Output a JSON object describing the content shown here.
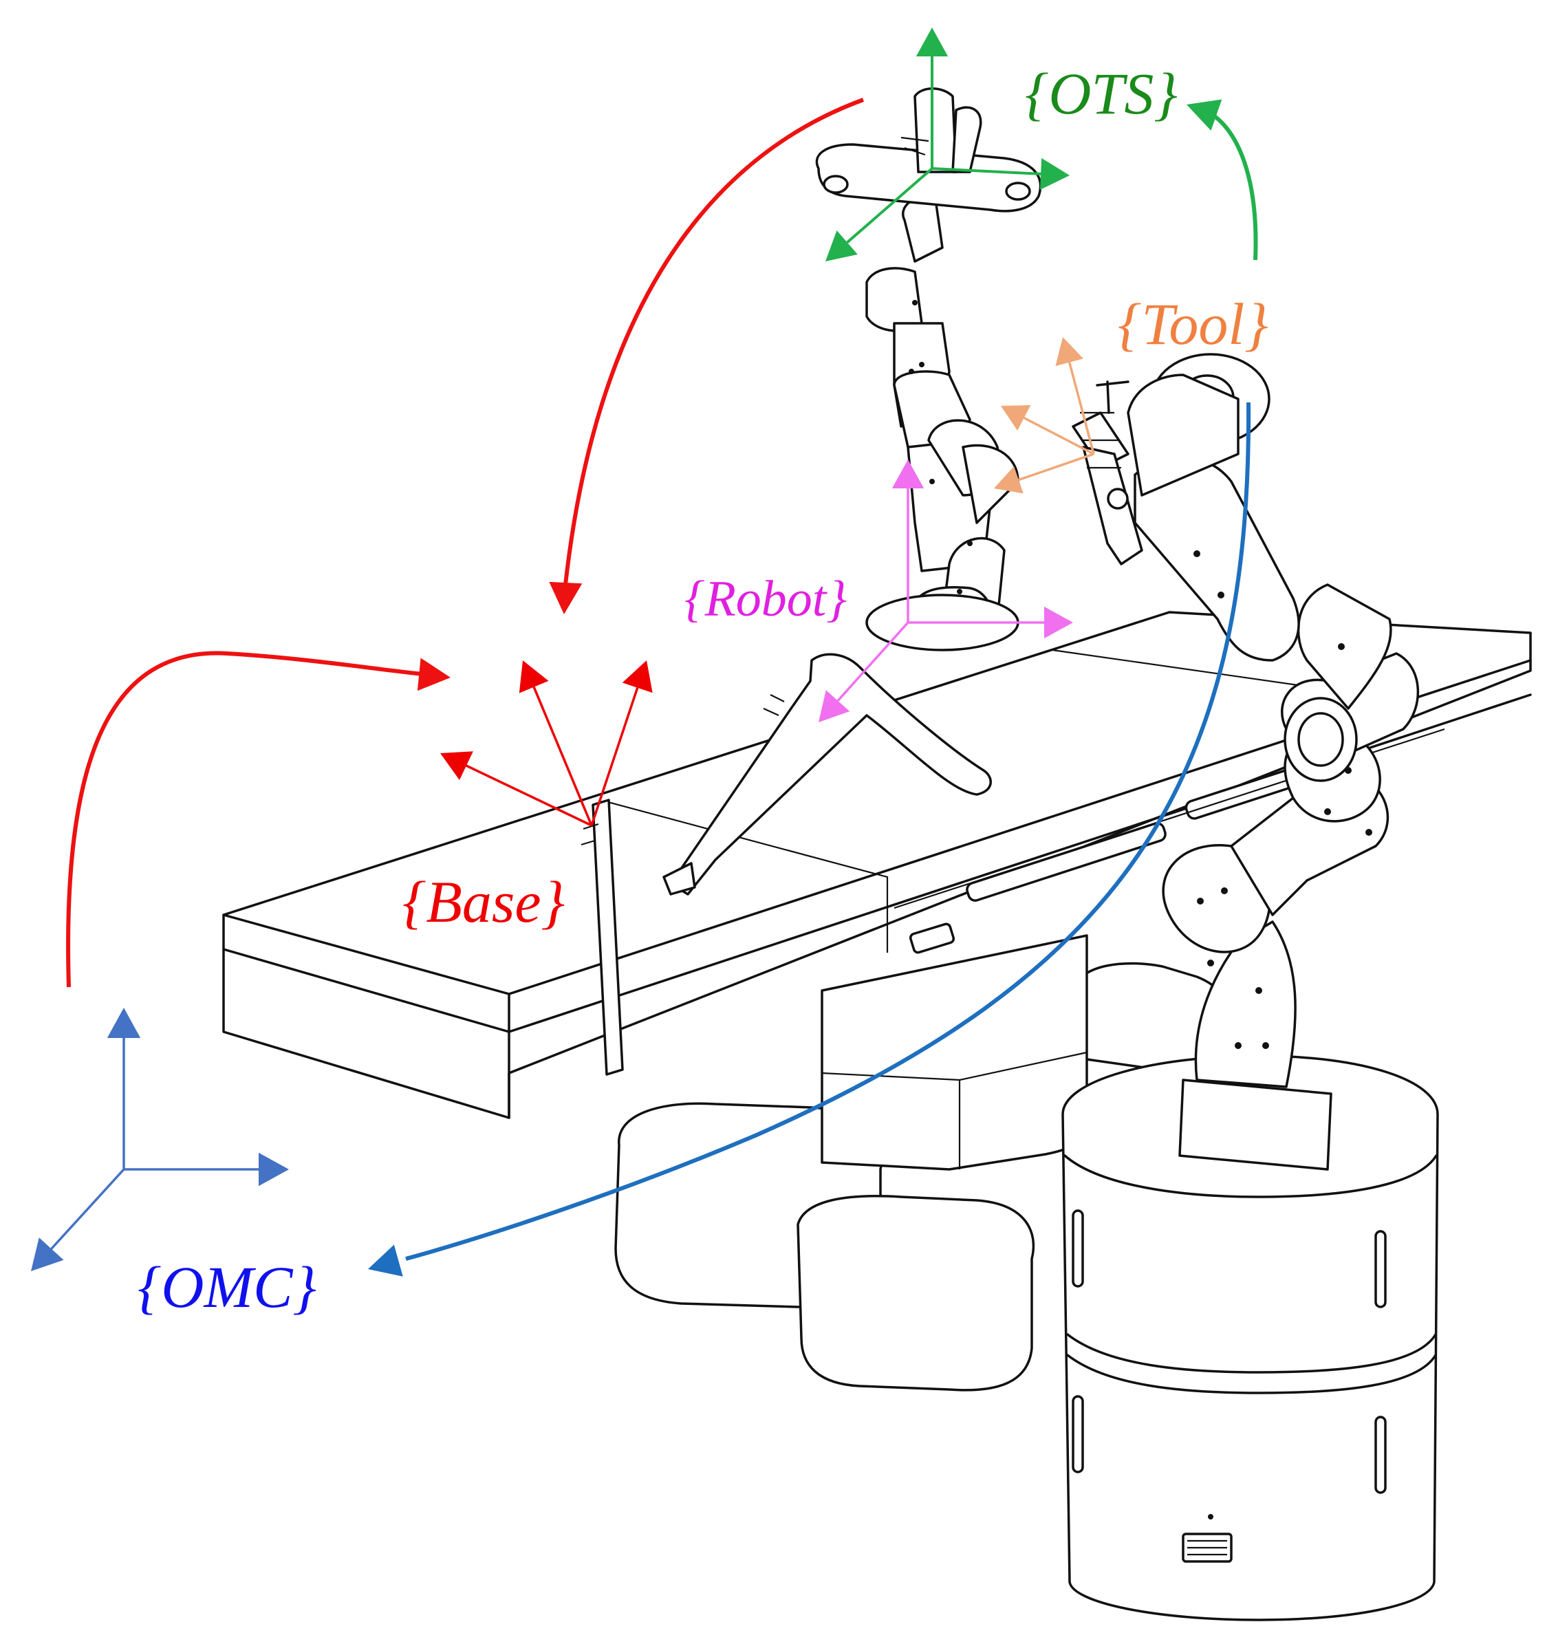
{
  "frames": {
    "ots": {
      "label": "{OTS}",
      "color": "#1a8a1a",
      "arrow_color": "#22b14c"
    },
    "tool": {
      "label": "{Tool}",
      "color": "#f08040",
      "arrow_color": "#f0a878"
    },
    "robot": {
      "label": "{Robot}",
      "color": "#e020e0",
      "arrow_color": "#f070f0"
    },
    "base": {
      "label": "{Base}",
      "color": "#ee0000",
      "arrow_color": "#ee0000"
    },
    "omc": {
      "label": "{OMC}",
      "color": "#1010ee",
      "arrow_color": "#4472c4"
    }
  },
  "transform_arrows": {
    "ots_to_base_color": "#ee1111",
    "omc_to_base_color": "#ee1111",
    "tool_to_ots_color": "#22b14c",
    "tool_to_omc_color": "#1e6fbf"
  },
  "scene_objects": [
    "operating-table",
    "robot-arm",
    "robot-base-cart",
    "optical-tracking-camera",
    "leg-phantom",
    "surgical-tool",
    "table-clamp-marker"
  ]
}
